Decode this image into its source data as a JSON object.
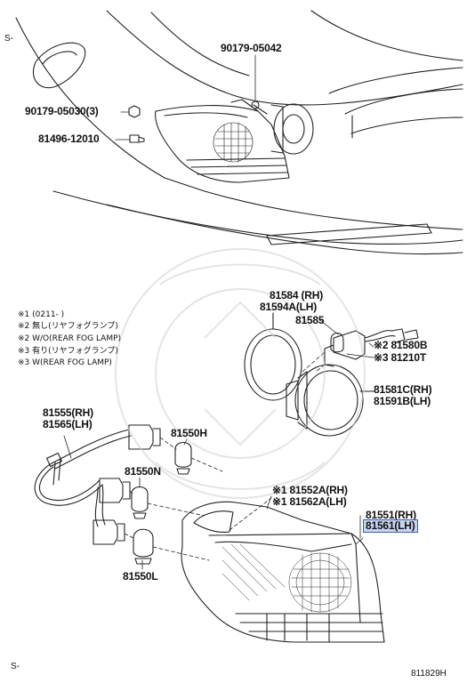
{
  "parts": {
    "p90179_05042": "90179-05042",
    "p90179_05030": "90179-05030(3)",
    "p81496_12010": "81496-12010",
    "p81584": "81584  (RH)",
    "p81594a": "81594A(LH)",
    "p81585": "81585",
    "p81580b": "※2 81580B",
    "p81210t": "※3 81210T",
    "p81581c": "81581C(RH)",
    "p81591b": "81591B(LH)",
    "p81555": "81555(RH)",
    "p81565": "81565(LH)",
    "p81550h": "81550H",
    "p81550n": "81550N",
    "p81550l": "81550L",
    "p81552a": "※1 81552A(RH)",
    "p81562a": "※1 81562A(LH)",
    "p81551": "81551(RH)",
    "p81561": "81561(LH)"
  },
  "notes": {
    "n1": "※1 (0211-        )",
    "n2": "※2 無し(リヤフォグランプ)",
    "n3": "※2 W/O(REAR FOG LAMP)",
    "n4": "※3 有り(リヤフォグランプ)",
    "n5": "※3 W(REAR FOG LAMP)"
  },
  "corner": {
    "top_left": "S-",
    "bottom_left": "S-",
    "bottom_right": "811829H"
  },
  "colors": {
    "line": "#222222",
    "highlight_fill": "#c8d4ec",
    "highlight_border": "#3a5fb5"
  }
}
